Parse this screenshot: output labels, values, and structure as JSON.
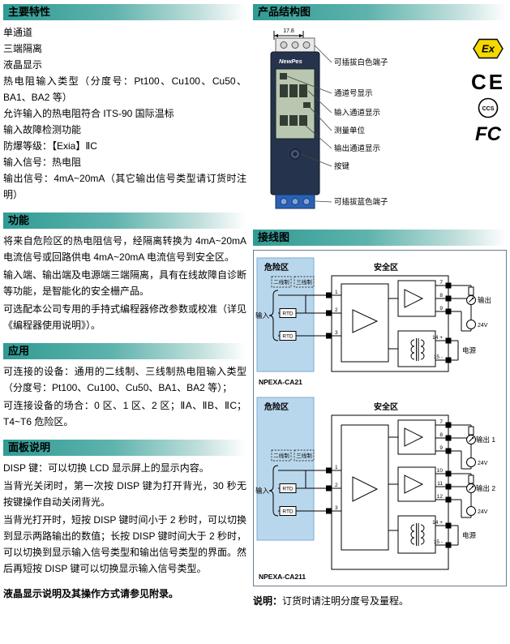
{
  "theme": {
    "accent": "#2f9b94",
    "hazard_blue": "#b9d7ec",
    "ex_yellow": "#f4d800",
    "device_navy": "#26334d",
    "terminal_blue": "#2b62b5"
  },
  "left": {
    "features": {
      "title": "主要特性",
      "items": [
        "单通道",
        "三端隔离",
        "液晶显示",
        "热电阻输入类型（分度号：Pt100、Cu100、Cu50、BA1、BA2 等）",
        "允许输入的热电阻符合 ITS-90 国际温标",
        "输入故障检测功能",
        "防爆等级：【Exia】ⅡC",
        "输入信号：热电阻",
        "输出信号：4mA~20mA（其它输出信号类型请订货时注明）"
      ]
    },
    "function": {
      "title": "功能",
      "paragraphs": [
        "将来自危险区的热电阻信号，经隔离转换为 4mA~20mA 电流信号或回路供电 4mA~20mA 电流信号到安全区。",
        "输入端、输出端及电源端三端隔离，具有在线故障自诊断等功能，是智能化的安全栅产品。",
        "可选配本公司专用的手持式编程器修改参数或校准（详见《编程器使用说明》）。"
      ]
    },
    "application": {
      "title": "应用",
      "paragraphs": [
        "可连接的设备：通用的二线制、三线制热电阻输入类型（分度号：Pt100、Cu100、Cu50、BA1、BA2 等）；",
        "可连接设备的场合：0 区、1 区、2 区；ⅡA、ⅡB、ⅡC；T4~T6 危险区。"
      ]
    },
    "panel": {
      "title": "面板说明",
      "paragraphs": [
        "DISP 键：可以切换 LCD 显示屏上的显示内容。",
        "当背光关闭时，第一次按 DISP 键为打开背光，30 秒无按键操作自动关闭背光。",
        "当背光打开时，短按 DISP 键时间小于 2 秒时，可以切换到显示两路输出的数值；长按 DISP 键时间大于 2 秒时，可以切换到显示输入信号类型和输出信号类型的界面。然后再短按 DISP 键可以切换显示输入信号类型。"
      ],
      "footnote": "液晶显示说明及其操作方式请参见附录。"
    }
  },
  "right": {
    "structure": {
      "title": "产品结构图",
      "dimension": "17.8",
      "brand": "NewPes",
      "callouts": [
        "可插拔白色端子",
        "通道号显示",
        "输入通道显示",
        "测量单位",
        "输出通道显示",
        "按键",
        "可插拔蓝色端子"
      ],
      "certs": {
        "ex": "Ex",
        "ce": "CE",
        "ccs": "CCS",
        "fcc": "FC"
      }
    },
    "wiring": {
      "title": "接线图",
      "labels": {
        "hazard": "危险区",
        "safe": "安全区",
        "two_wire": "二线制",
        "three_wire": "三线制",
        "input": "输入",
        "rtd": "RTD",
        "output": "输出",
        "output1": "输出 1",
        "output2": "输出 2",
        "v24": "24V",
        "power": "电源",
        "in_terms": [
          "1",
          "2",
          "3"
        ],
        "out_terms_a": [
          "7",
          "8",
          "9"
        ],
        "out_terms_b": [
          "10",
          "11",
          "12"
        ],
        "pwr_terms": [
          "14 +",
          "15 -"
        ]
      },
      "model1": "NPEXA-CA21",
      "model2": "NPEXA-CA211",
      "note_label": "说明：",
      "note_text": "订货时请注明分度号及量程。"
    }
  }
}
